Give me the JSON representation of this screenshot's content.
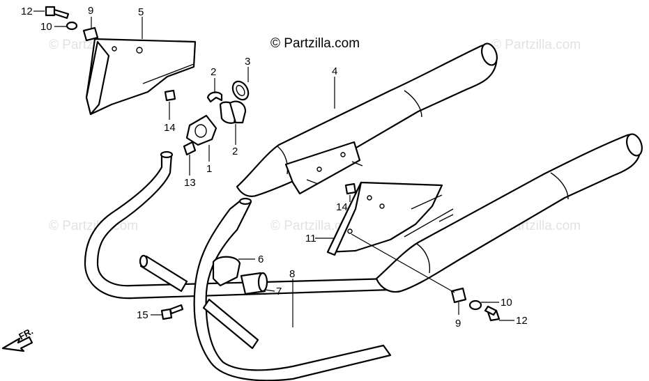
{
  "copyright": "© Partzilla.com",
  "watermark": "© Partzilla.com",
  "front_marker": "FR.",
  "callouts": {
    "c12a": "12",
    "c10a": "10",
    "c9a": "9",
    "c5": "5",
    "c2a": "2",
    "c3": "3",
    "c4": "4",
    "c14a": "14",
    "c2b": "2",
    "c1": "1",
    "c13": "13",
    "c14b": "14",
    "c11": "11",
    "c6": "6",
    "c7": "7",
    "c8": "8",
    "c15": "15",
    "c10b": "10",
    "c9b": "9",
    "c12b": "12"
  }
}
